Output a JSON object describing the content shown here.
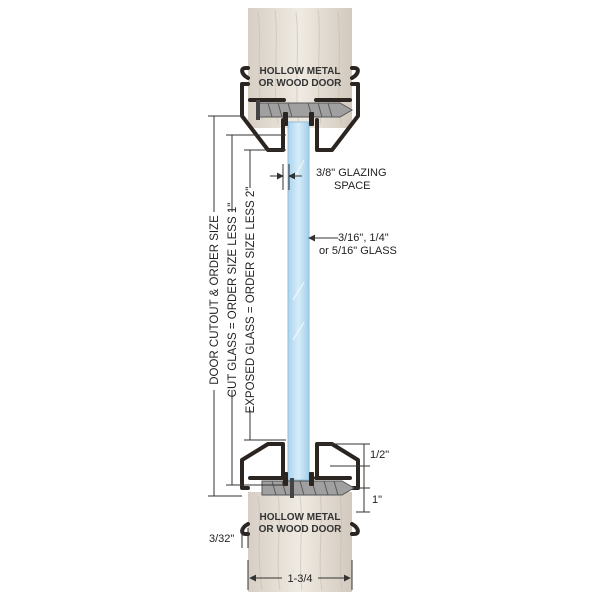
{
  "labels": {
    "door_top_line1": "HOLLOW METAL",
    "door_top_line2": "OR WOOD DOOR",
    "door_bottom_line1": "HOLLOW METAL",
    "door_bottom_line2": "OR WOOD DOOR",
    "glazing_line1": "3/8\" GLAZING",
    "glazing_line2": "SPACE",
    "glass_line1": "3/16\", 1/4\"",
    "glass_line2": "or 5/16\" GLASS",
    "vertical_door_cutout": "DOOR CUTOUT & ORDER SIZE",
    "vertical_cut_glass": "CUT GLASS = ORDER SIZE LESS 1\"",
    "vertical_exposed_glass": "EXPOSED GLASS = ORDER SIZE LESS 2\"",
    "dim_half_inch": "1/2\"",
    "dim_one_inch": "1\"",
    "dim_three_32": "3/32\"",
    "dim_width": "1-3/4"
  },
  "colors": {
    "frame": "#2b2522",
    "glass": "#bfe0f3",
    "glass_edge": "#8fbfdc",
    "wood_light": "#ebe5dc",
    "wood_dark": "#c9c0b3",
    "screw": "#9a9a9a",
    "dim_line": "#333333"
  }
}
